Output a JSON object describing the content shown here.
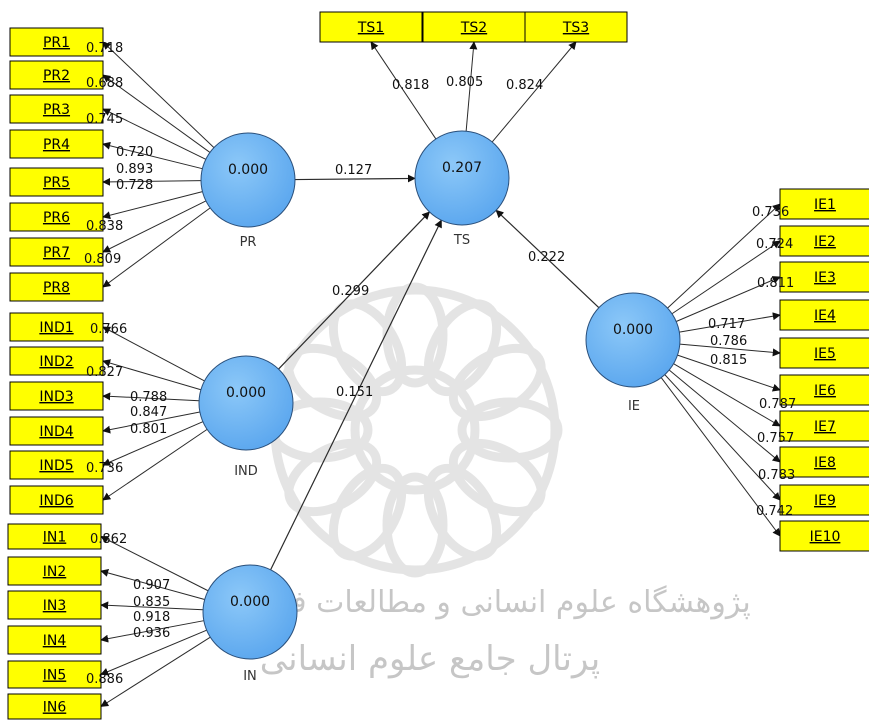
{
  "watermark": {
    "line1": "پژوهشگاه علوم انسانی و مطالعات فرهنگی",
    "line2": "پرتال جامع علوم انسانی"
  },
  "colors": {
    "indicator_fill": "#ffff00",
    "indicator_border": "#000000",
    "construct_fill": "#6eb5f3",
    "construct_border": "#2a4f7a",
    "arrow": "#2b2b2b",
    "watermark": "#b4b4b4"
  },
  "constructs": [
    {
      "id": "PR",
      "label": "PR",
      "value": "0.000"
    },
    {
      "id": "IND",
      "label": "IND",
      "value": "0.000"
    },
    {
      "id": "IN",
      "label": "IN",
      "value": "0.000"
    },
    {
      "id": "TS",
      "label": "TS",
      "value": "0.207"
    },
    {
      "id": "IE",
      "label": "IE",
      "value": "0.000"
    }
  ],
  "paths": [
    {
      "from": "PR",
      "to": "TS",
      "coef": "0.127"
    },
    {
      "from": "IND",
      "to": "TS",
      "coef": "0.299"
    },
    {
      "from": "IN",
      "to": "TS",
      "coef": "0.151"
    },
    {
      "from": "IE",
      "to": "TS",
      "coef": "0.222"
    }
  ],
  "indicators": [
    {
      "construct": "PR",
      "label": "PR1",
      "loading": "0.718"
    },
    {
      "construct": "PR",
      "label": "PR2",
      "loading": "0.688"
    },
    {
      "construct": "PR",
      "label": "PR3",
      "loading": "0.745"
    },
    {
      "construct": "PR",
      "label": "PR4",
      "loading": "0.720"
    },
    {
      "construct": "PR",
      "label": "PR5",
      "loading": "0.893"
    },
    {
      "construct": "PR",
      "label": "PR6",
      "loading": "0.728"
    },
    {
      "construct": "PR",
      "label": "PR7",
      "loading": "0.838"
    },
    {
      "construct": "PR",
      "label": "PR8",
      "loading": "0.809"
    },
    {
      "construct": "IND",
      "label": "IND1",
      "loading": "0.766"
    },
    {
      "construct": "IND",
      "label": "IND2",
      "loading": "0.827"
    },
    {
      "construct": "IND",
      "label": "IND3",
      "loading": "0.788"
    },
    {
      "construct": "IND",
      "label": "IND4",
      "loading": "0.847"
    },
    {
      "construct": "IND",
      "label": "IND5",
      "loading": "0.801"
    },
    {
      "construct": "IND",
      "label": "IND6",
      "loading": "0.736"
    },
    {
      "construct": "IN",
      "label": "IN1",
      "loading": "0.862"
    },
    {
      "construct": "IN",
      "label": "IN2",
      "loading": "0.907"
    },
    {
      "construct": "IN",
      "label": "IN3",
      "loading": "0.835"
    },
    {
      "construct": "IN",
      "label": "IN4",
      "loading": "0.918"
    },
    {
      "construct": "IN",
      "label": "IN5",
      "loading": "0.936"
    },
    {
      "construct": "IN",
      "label": "IN6",
      "loading": "0.886"
    },
    {
      "construct": "TS",
      "label": "TS1",
      "loading": "0.818"
    },
    {
      "construct": "TS",
      "label": "TS2",
      "loading": "0.805"
    },
    {
      "construct": "TS",
      "label": "TS3",
      "loading": "0.824"
    },
    {
      "construct": "IE",
      "label": "IE1",
      "loading": "0.736"
    },
    {
      "construct": "IE",
      "label": "IE2",
      "loading": "0.724"
    },
    {
      "construct": "IE",
      "label": "IE3",
      "loading": "0.811"
    },
    {
      "construct": "IE",
      "label": "IE4",
      "loading": "0.717"
    },
    {
      "construct": "IE",
      "label": "IE5",
      "loading": "0.786"
    },
    {
      "construct": "IE",
      "label": "IE6",
      "loading": "0.815"
    },
    {
      "construct": "IE",
      "label": "IE7",
      "loading": "0.787"
    },
    {
      "construct": "IE",
      "label": "IE8",
      "loading": "0.757"
    },
    {
      "construct": "IE",
      "label": "IE9",
      "loading": "0.783"
    },
    {
      "construct": "IE",
      "label": "IE10",
      "loading": "0.742"
    }
  ]
}
